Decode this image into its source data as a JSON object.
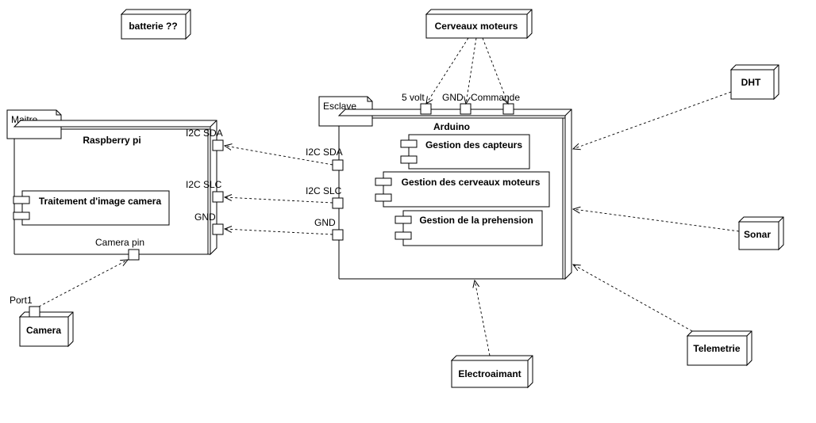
{
  "nodes": {
    "batterie": "batterie ??",
    "cerveaux_moteurs": "Cerveaux moteurs",
    "dht": "DHT",
    "sonar": "Sonar",
    "telemetrie": "Telemetrie",
    "electroaimant": "Electroaimant",
    "camera": "Camera"
  },
  "packages": {
    "maitre": {
      "tab": "Maitre",
      "title": "Raspberry pi",
      "component": "Traitement d'image camera",
      "ports": {
        "sda": "I2C SDA",
        "slc": "I2C SLC",
        "gnd": "GND",
        "camera_pin": "Camera pin"
      }
    },
    "esclave": {
      "tab": "Esclave",
      "title": "Arduino",
      "components": [
        "Gestion des capteurs",
        "Gestion des cerveaux moteurs",
        "Gestion de la prehension"
      ],
      "ports": {
        "sda": "I2C SDA",
        "slc": "I2C SLC",
        "gnd": "GND",
        "volt": "5 volt",
        "gnd_top": "GND",
        "commande": "Commande"
      }
    }
  },
  "camera_port": "Port1"
}
